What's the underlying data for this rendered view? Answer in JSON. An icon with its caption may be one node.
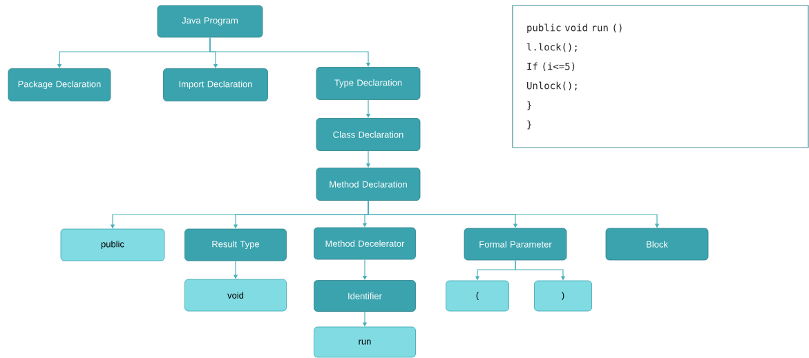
{
  "diagram": {
    "nodes": [
      {
        "text": [
          "Java Program"
        ]
      },
      {
        "text": [
          "Package Declaration"
        ]
      },
      {
        "text": [
          "Import Declaration"
        ]
      },
      {
        "text": [
          "Type Declaration"
        ]
      },
      {
        "text": [
          "Class Declaration"
        ]
      },
      {
        "text": [
          "Method Declaration"
        ]
      },
      {
        "text": [
          "public"
        ]
      },
      {
        "text": [
          "Result Type"
        ]
      },
      {
        "text": [
          "Method Decelerator"
        ]
      },
      {
        "text": [
          "Formal Parameter"
        ]
      },
      {
        "text": [
          "Block"
        ]
      },
      {
        "text": [
          "void"
        ]
      },
      {
        "text": [
          "Identifier"
        ]
      },
      {
        "text": [
          "run"
        ]
      },
      {
        "text": [
          "("
        ]
      },
      {
        "text": [
          ")"
        ]
      },
      {
        "text": [
          "public void run ()",
          "l.lock();",
          "If (i<=5)",
          "Unlock();",
          "}",
          "}"
        ]
      }
    ],
    "edges": [
      {
        "from": 0,
        "to": 1,
        "arrow": "to"
      },
      {
        "from": 0,
        "to": 2,
        "arrow": "to"
      },
      {
        "from": 0,
        "to": 3,
        "arrow": "to"
      },
      {
        "from": 3,
        "to": 4,
        "arrow": "to"
      },
      {
        "from": 4,
        "to": 5,
        "arrow": "to"
      },
      {
        "from": 5,
        "to": 6,
        "arrow": "to"
      },
      {
        "from": 5,
        "to": 7,
        "arrow": "to"
      },
      {
        "from": 5,
        "to": 8,
        "arrow": "to"
      },
      {
        "from": 5,
        "to": 9,
        "arrow": "to"
      },
      {
        "from": 5,
        "to": 10,
        "arrow": "to"
      },
      {
        "from": 7,
        "to": 11,
        "arrow": "to"
      },
      {
        "from": 8,
        "to": 12,
        "arrow": "to"
      },
      {
        "from": 12,
        "to": 13,
        "arrow": "to"
      },
      {
        "from": 9,
        "to": 14,
        "arrow": "to"
      },
      {
        "from": 9,
        "to": 15,
        "arrow": "to"
      }
    ]
  }
}
